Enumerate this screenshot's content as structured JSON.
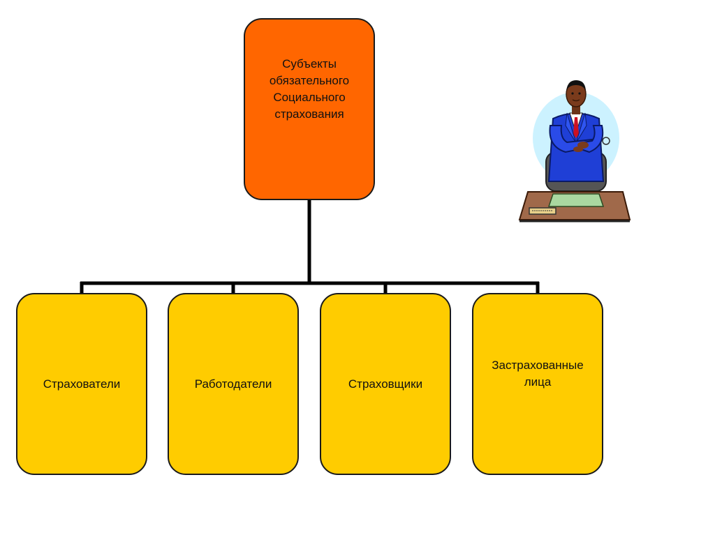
{
  "diagram": {
    "root": {
      "label": "Субъекты\nобязательного\nСоциального\nстрахования",
      "fill": "#FF6600"
    },
    "children": [
      {
        "label": "Страхователи",
        "fill": "#FFCC00"
      },
      {
        "label": "Работодатели",
        "fill": "#FFCC00"
      },
      {
        "label": "Страховщики",
        "fill": "#FFCC00"
      },
      {
        "label": "Застрахованные\nлица",
        "fill": "#FFCC00"
      }
    ],
    "connector_color": "#000000"
  },
  "clipart": {
    "icon": "businessman-at-desk-icon"
  }
}
